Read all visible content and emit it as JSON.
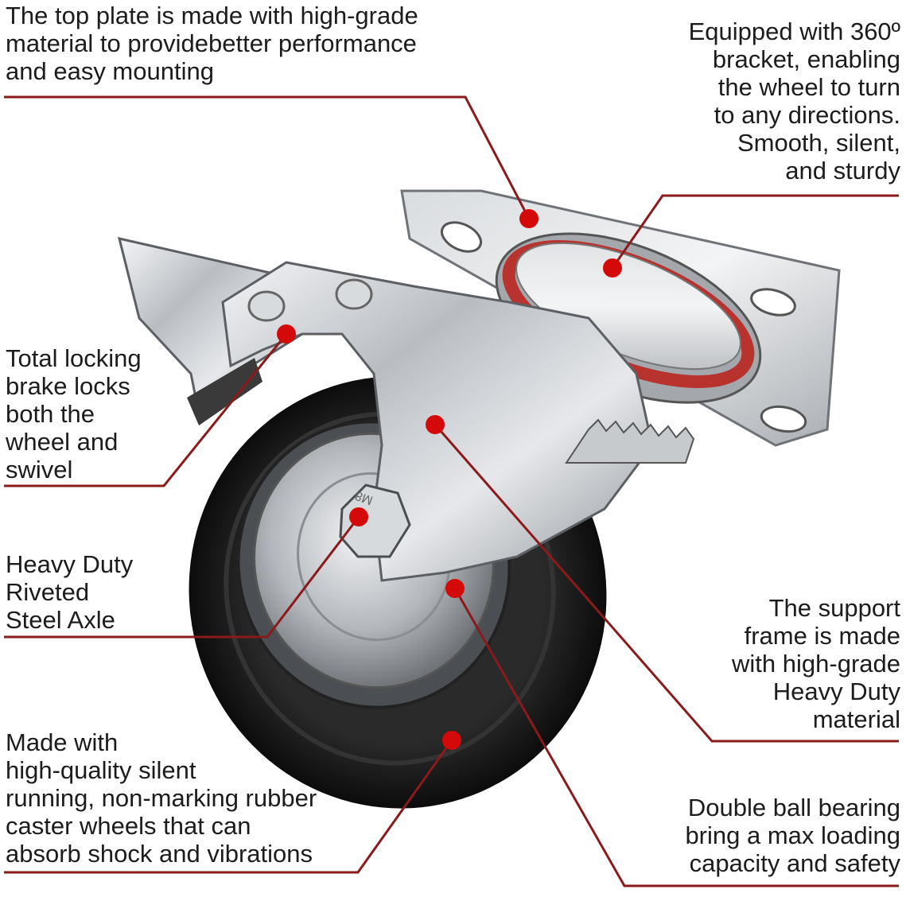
{
  "colors": {
    "callout_line": "#8b1a1a",
    "callout_dot": "#d40a0a",
    "rubber": "#141414",
    "steel": "#c9ccd0",
    "gasket": "#b8322e"
  },
  "callouts": {
    "top_plate": "The top plate is made with high-grade\nmaterial to providebetter performance\nand easy mounting",
    "bracket_360": "Equipped with 360º\nbracket, enabling\nthe wheel to turn\nto any directions.\nSmooth, silent,\nand sturdy",
    "brake": "Total locking\nbrake locks\nboth the\nwheel and\nswivel",
    "axle": "Heavy Duty\nRiveted\nSteel Axle",
    "support_frame": "The support\nframe is made\nwith high-grade\nHeavy Duty\nmaterial",
    "rubber_wheel": "Made with\nhigh-quality silent\nrunning, non-marking rubber\ncaster wheels that can\nabsorb shock and vibrations",
    "ball_bearing": "Double ball bearing\nbring a max loading\ncapacity and safety"
  },
  "product": {
    "bolt_marking": "M8"
  }
}
